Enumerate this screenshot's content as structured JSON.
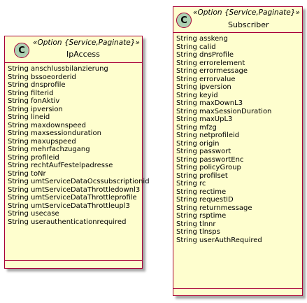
{
  "classes": [
    {
      "badge": "C",
      "stereotype": "«Option {Service,Paginate}»",
      "name": "IpAccess",
      "attributes": [
        "String anschlussbilanzierung",
        "String bssoeorderid",
        "String dnsprofile",
        "String filterid",
        "String fonAktiv",
        "String ipversion",
        "String lineid",
        "String maxdownspeed",
        "String maxsessionduration",
        "String maxupspeed",
        "String mehrfachzugang",
        "String profileid",
        "String rechtAufFestelpadresse",
        "String toNr",
        "String umtServiceDataOcssubscriptionid",
        "String umtServiceDataThrottledownl3",
        "String umtServiceDataThrottleprofile",
        "String umtServiceDataThrottleupl3",
        "String usecase",
        "String userauthenticationrequired"
      ]
    },
    {
      "badge": "C",
      "stereotype": "«Option {Service,Paginate}»",
      "name": "Subscriber",
      "attributes": [
        "String asskeng",
        "String calid",
        "String dnsProfile",
        "String errorelement",
        "String errormessage",
        "String errorvalue",
        "String ipversion",
        "String keyid",
        "String maxDownL3",
        "String maxSessionDuration",
        "String maxUpL3",
        "String mfzg",
        "String netprofileid",
        "String origin",
        "String passwort",
        "String passwortEnc",
        "String policyGroup",
        "String profilset",
        "String rc",
        "String rectime",
        "String requestID",
        "String returnmessage",
        "String rsptime",
        "String tlnnr",
        "String tlnsps",
        "String userAuthRequired"
      ]
    }
  ],
  "colors": {
    "class_fill": "#FEFECE",
    "class_border": "#A80036",
    "badge_fill": "#ADD1B2"
  }
}
